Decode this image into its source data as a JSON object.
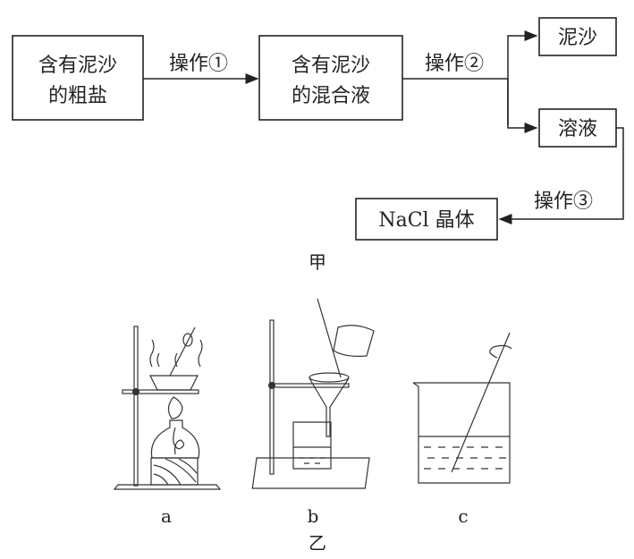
{
  "flow": {
    "box1": [
      "含有泥沙",
      "的粗盐"
    ],
    "op1": "操作①",
    "box2": [
      "含有泥沙",
      "的混合液"
    ],
    "op2": "操作②",
    "sand": "泥沙",
    "solution": "溶液",
    "op3": "操作③",
    "crystal": "NaCl 晶体",
    "caption": "甲"
  },
  "apparatus": {
    "labels": [
      "a",
      "b",
      "c"
    ],
    "caption": "乙"
  }
}
